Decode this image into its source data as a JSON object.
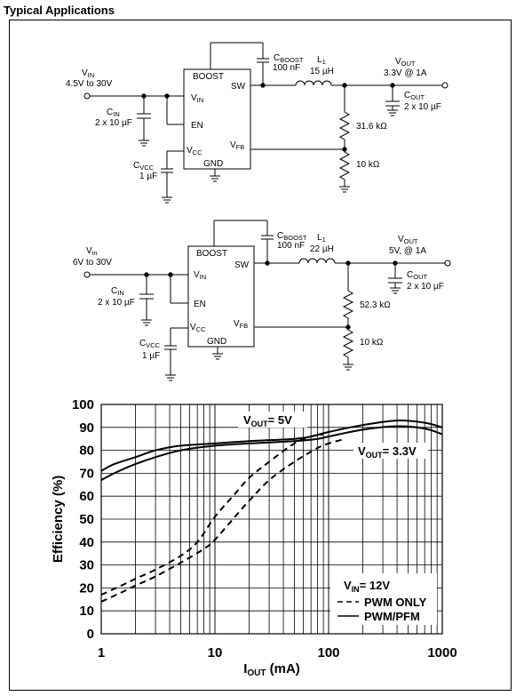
{
  "heading": "Typical Applications",
  "circuit1": {
    "vin_label": "V",
    "vin_sub": "IN",
    "vin_range": "4.5V to 30V",
    "cin_label": "C",
    "cin_sub": "IN",
    "cin_value": "2 x 10 µF",
    "cvcc_label": "C",
    "cvcc_sub": "VCC",
    "cvcc_value": "1 µF",
    "cboost_label": "C",
    "cboost_sub": "BOOST",
    "cboost_value": "100 nF",
    "l_label": "L",
    "l_sub": "1",
    "l_value": "15 µH",
    "vout_label": "V",
    "vout_sub": "OUT",
    "vout_value": "3.3V @ 1A",
    "cout_label": "C",
    "cout_sub": "OUT",
    "cout_value": "2 x 10 µF",
    "r_top": "31.6 kΩ",
    "r_bottom": "10 kΩ",
    "pin_boost": "BOOST",
    "pin_sw": "SW",
    "pin_vin": "V",
    "pin_vin_sub": "IN",
    "pin_en": "EN",
    "pin_vcc": "V",
    "pin_vcc_sub": "CC",
    "pin_vfb": "V",
    "pin_vfb_sub": "FB",
    "pin_gnd": "GND"
  },
  "circuit2": {
    "vin_label": "V",
    "vin_sub": "in",
    "vin_range": "6V to 30V",
    "cin_label": "C",
    "cin_sub": "IN",
    "cin_value": "2 x 10 µF",
    "cvcc_label": "C",
    "cvcc_sub": "VCC",
    "cvcc_value": "1 µF",
    "cboost_label": "C",
    "cboost_sub": "BOOST",
    "cboost_value": "100 nF",
    "l_label": "L",
    "l_sub": "1",
    "l_value": "22 µH",
    "vout_label": "V",
    "vout_sub": "OUT",
    "vout_value": "5V, @ 1A",
    "cout_label": "C",
    "cout_sub": "OUT",
    "cout_value": "2 x 10 µF",
    "r_top": "52.3 kΩ",
    "r_bottom": "10 kΩ",
    "pin_boost": "BOOST",
    "pin_sw": "SW",
    "pin_vin": "V",
    "pin_vin_sub": "IN",
    "pin_en": "EN",
    "pin_vcc": "V",
    "pin_vcc_sub": "CC",
    "pin_vfb": "V",
    "pin_vfb_sub": "FB",
    "pin_gnd": "GND"
  },
  "chart_data": {
    "type": "line",
    "xscale": "log",
    "xlim": [
      1,
      1000
    ],
    "ylim": [
      0,
      100
    ],
    "xticks": [
      "1",
      "10",
      "100",
      "1000"
    ],
    "yticks": [
      "0",
      "10",
      "20",
      "30",
      "40",
      "50",
      "60",
      "70",
      "80",
      "90",
      "100"
    ],
    "xlabel": "I",
    "xlabel_sub": "OUT",
    "xlabel_unit": "(mA)",
    "ylabel": "Efficiency (%)",
    "grid": true,
    "annotations": {
      "vout5_main": "V",
      "vout5_sub": "OUT",
      "vout5_val": "= 5V",
      "vout33_main": "V",
      "vout33_sub": "OUT",
      "vout33_val": "= 3.3V",
      "vin_main": "V",
      "vin_sub": "IN",
      "vin_val": "= 12V"
    },
    "legend": [
      {
        "label": "PWM ONLY",
        "style": "dashed"
      },
      {
        "label": "PWM/PFM",
        "style": "solid"
      }
    ],
    "series": [
      {
        "mode": "PWM/PFM",
        "style": "solid",
        "x": [
          1,
          1.3,
          2,
          3,
          5,
          10,
          20,
          50,
          70,
          100,
          200,
          400,
          700,
          1000
        ],
        "y": [
          71,
          74,
          77,
          80,
          82,
          83,
          84,
          85,
          86,
          88,
          91,
          93,
          92,
          90
        ]
      },
      {
        "mode": "PWM/PFM",
        "style": "solid",
        "x": [
          1,
          1.3,
          2,
          3,
          5,
          10,
          20,
          50,
          80,
          100,
          200,
          400,
          700,
          1000
        ],
        "y": [
          67,
          70,
          74,
          77,
          80,
          82,
          83,
          84,
          85,
          86,
          89,
          90.5,
          89.5,
          87
        ]
      },
      {
        "mode": "PWM ONLY",
        "style": "dashed",
        "x": [
          1,
          1.5,
          2,
          3,
          5,
          7,
          10,
          15,
          20,
          30,
          50,
          70,
          90
        ],
        "y": [
          17,
          21,
          24,
          28,
          34,
          40,
          51,
          61,
          68,
          75,
          83,
          86,
          87
        ]
      },
      {
        "mode": "PWM ONLY",
        "style": "dashed",
        "x": [
          1,
          1.5,
          2,
          3,
          5,
          8,
          10,
          15,
          20,
          30,
          50,
          80,
          100,
          140
        ],
        "y": [
          14,
          18,
          21,
          25,
          31,
          37,
          41,
          51,
          58,
          67,
          75,
          81,
          83,
          85
        ]
      }
    ]
  }
}
